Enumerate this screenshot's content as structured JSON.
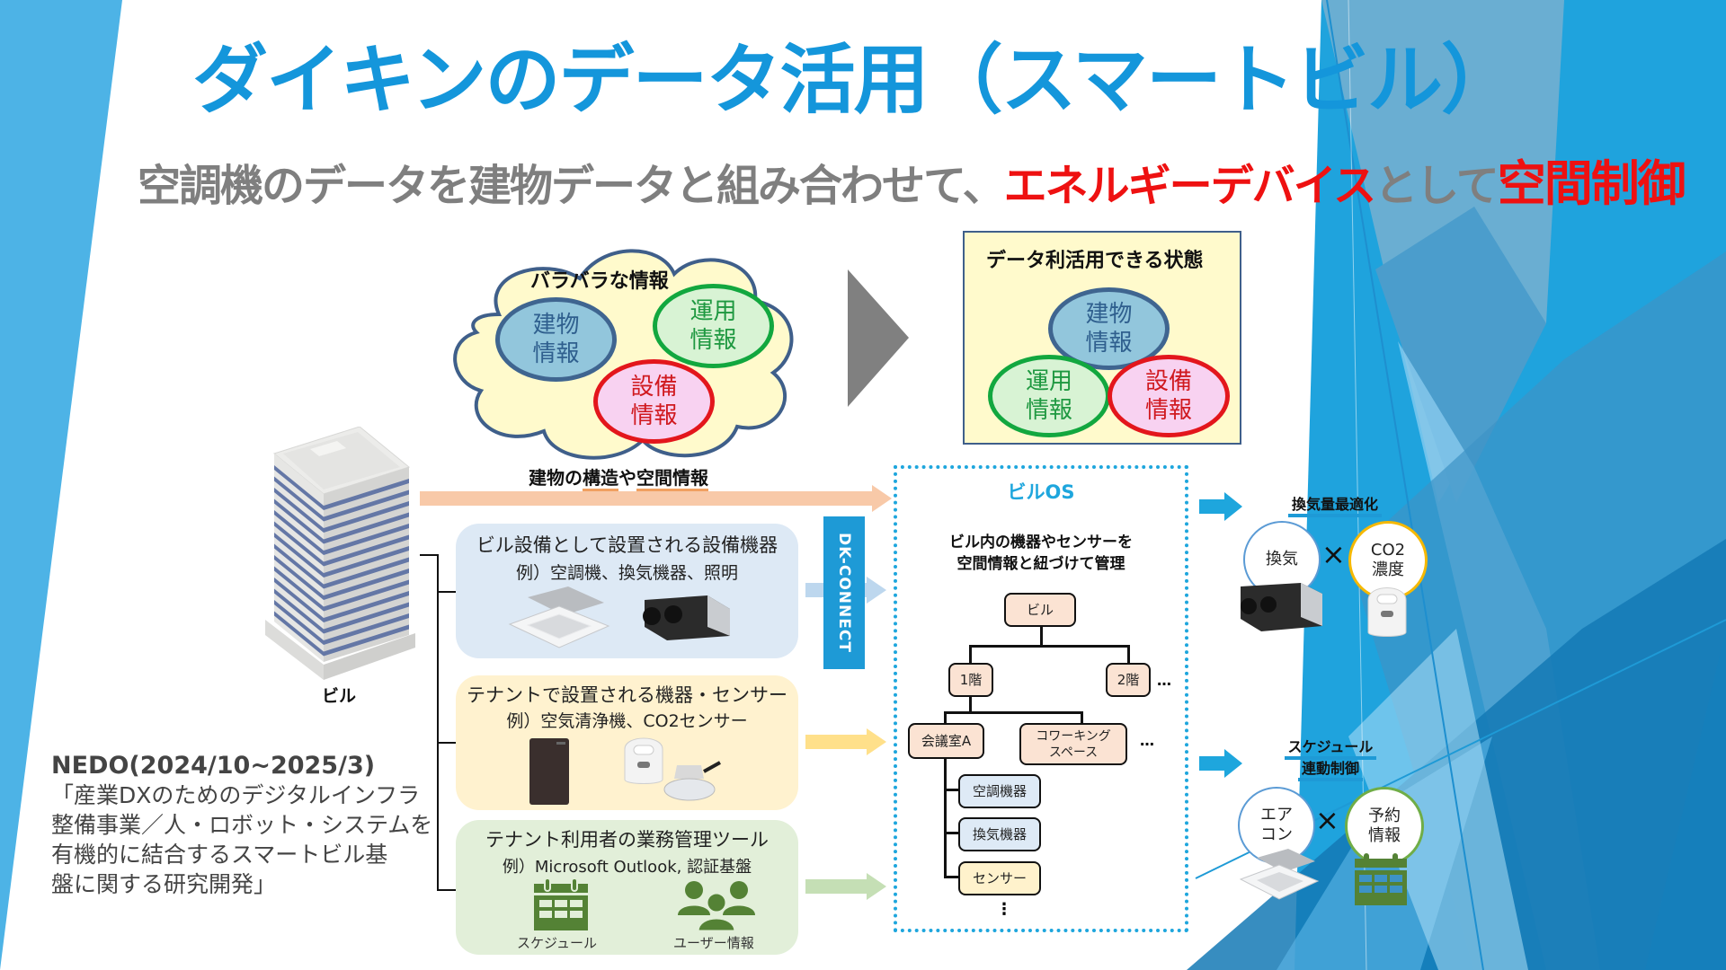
{
  "title": "ダイキンのデータ活用（スマートビル）",
  "subtitle": {
    "part1": "空調機のデータを建物データと組み合わせて、",
    "part2": "エネルギーデバイス",
    "part3": "として",
    "part4": "空間制御"
  },
  "before": {
    "heading": "バラバラな情報",
    "items": [
      {
        "line1": "建物",
        "line2": "情報",
        "color": "blue"
      },
      {
        "line1": "運用",
        "line2": "情報",
        "color": "green"
      },
      {
        "line1": "設備",
        "line2": "情報",
        "color": "red"
      }
    ]
  },
  "after": {
    "heading": "データ利活用できる状態",
    "items": [
      {
        "line1": "建物",
        "line2": "情報"
      },
      {
        "line1": "運用",
        "line2": "情報"
      },
      {
        "line1": "設備",
        "line2": "情報"
      }
    ]
  },
  "building": {
    "label": "ビル",
    "structure_label_a": "建物の",
    "structure_label_b": "構造",
    "structure_label_c": "や",
    "structure_label_d": "空間情報"
  },
  "categories": [
    {
      "title": "ビル設備として設置される設備機器",
      "example": "例）空調機、換気機器、照明",
      "images": [
        "ceiling-cassette-ac",
        "ventilation-unit"
      ]
    },
    {
      "title": "テナントで設置される機器・センサー",
      "example": "例）空気清浄機、CO2センサー",
      "images": [
        "air-purifier",
        "co2-sensor",
        "ceiling-sensor"
      ]
    },
    {
      "title": "テナント利用者の業務管理ツール",
      "example": "例）Microsoft Outlook, 認証基盤",
      "icons": [
        {
          "name": "calendar",
          "label": "スケジュール"
        },
        {
          "name": "users",
          "label": "ユーザー情報"
        }
      ]
    }
  ],
  "dkconnect": "DK-CONNECT",
  "building_os": {
    "title": "ビルOS",
    "description_line1": "ビル内の機器やセンサーを",
    "description_line2": "空間情報と紐づけて管理",
    "tree": {
      "root": "ビル",
      "floors": [
        "1階",
        "2階"
      ],
      "rooms": [
        "会議室A",
        "コワーキング\nスペース"
      ],
      "devices": [
        "空調機器",
        "換気機器",
        "センサー"
      ],
      "ellipsis": "…",
      "vertical_ellipsis": "⋮"
    }
  },
  "use_cases": [
    {
      "title": "換気量最適化",
      "left": "換気",
      "right_line1": "CO2",
      "right_line2": "濃度",
      "times": "×"
    },
    {
      "title_line1": "スケジュール",
      "title_line2": "連動制御",
      "left_line1": "エア",
      "left_line2": "コン",
      "right_line1": "予約",
      "right_line2": "情報",
      "times": "×"
    }
  ],
  "nedo": {
    "heading": "NEDO(2024/10~2025/3)",
    "line1": "「産業DXのためのデジタルインフラ",
    "line2": "整備事業／人・ロボット・システムを",
    "line3": "有機的に結合するスマートビル基",
    "line4": "盤に関する研究開発」"
  },
  "colors": {
    "title_blue": "#1496db",
    "accent_red": "#ee1111",
    "subtitle_gray": "#7f7f7f",
    "os_border": "#1ea6dd",
    "dkconnect_bg": "#1e9ad6"
  }
}
